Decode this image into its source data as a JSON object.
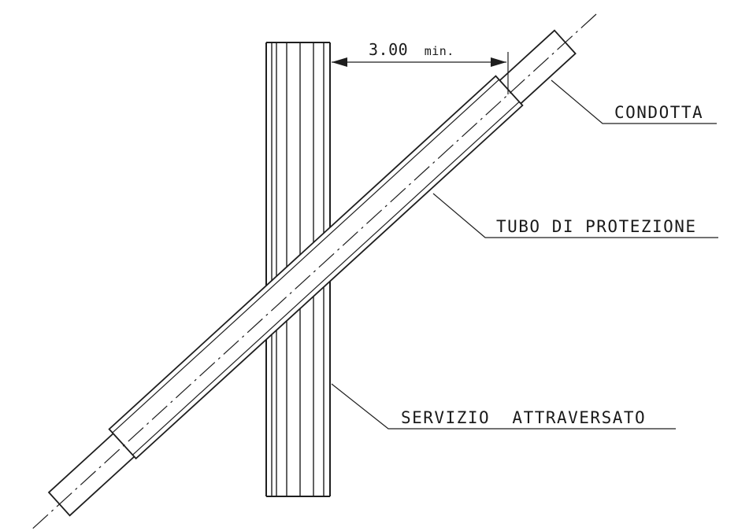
{
  "labels": {
    "dimension_value": "3.00",
    "dimension_unit": "min.",
    "condotta": "CONDOTTA",
    "tubo_protezione": "TUBO DI PROTEZIONE",
    "servizio_attraversato": "SERVIZIO  ATTRAVERSATO"
  }
}
